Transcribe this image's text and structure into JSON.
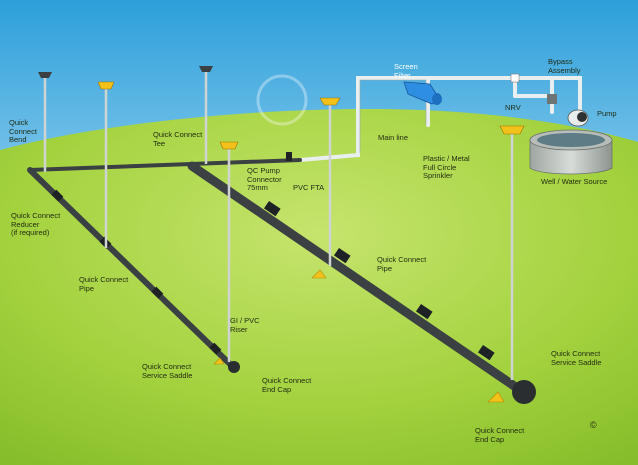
{
  "labels": {
    "quick_connect_bend": "Quick\nConnect\nBend",
    "quick_connect_tee": "Quick Connect\nTee",
    "screen_filter": "Screen\nFilter",
    "bypass_assembly": "Bypass\nAssembly",
    "nrv": "NRV",
    "pump": "Pump",
    "main_line": "Main line",
    "plastic_metal_sprinkler": "Plastic / Metal\nFull Circle\nSprinkler",
    "well_water_source": "Well / Water Source",
    "qc_pump_connector": "QC Pump\nConnector\n75mm",
    "pvc_fta": "PVC FTA",
    "quick_connect_reducer": "Quick Connect\nReducer\n(if required)",
    "quick_connect_pipe_left": "Quick Connect\nPipe",
    "quick_connect_pipe_right": "Quick Connect\nPipe",
    "gi_pvc_riser": "GI / PVC\nRiser",
    "quick_connect_service_saddle_left": "Quick Connect\nService Saddle",
    "quick_connect_end_cap_left": "Quick Connect\nEnd Cap",
    "quick_connect_service_saddle_right": "Quick Connect\nService Saddle",
    "quick_connect_end_cap_right": "Quick Connect\nEnd Cap",
    "copyright": "©"
  },
  "colors": {
    "sky_top": "#3aa6dd",
    "sky_bottom": "#dff2fb",
    "grass": "#9fd13a",
    "pipe_dark": "#3b4043",
    "pipe_white": "#f4f6f6",
    "filter_blue": "#2f8fe0",
    "sprinkler_yellow": "#f2c21b",
    "riser_grey": "#c9cfcd"
  }
}
